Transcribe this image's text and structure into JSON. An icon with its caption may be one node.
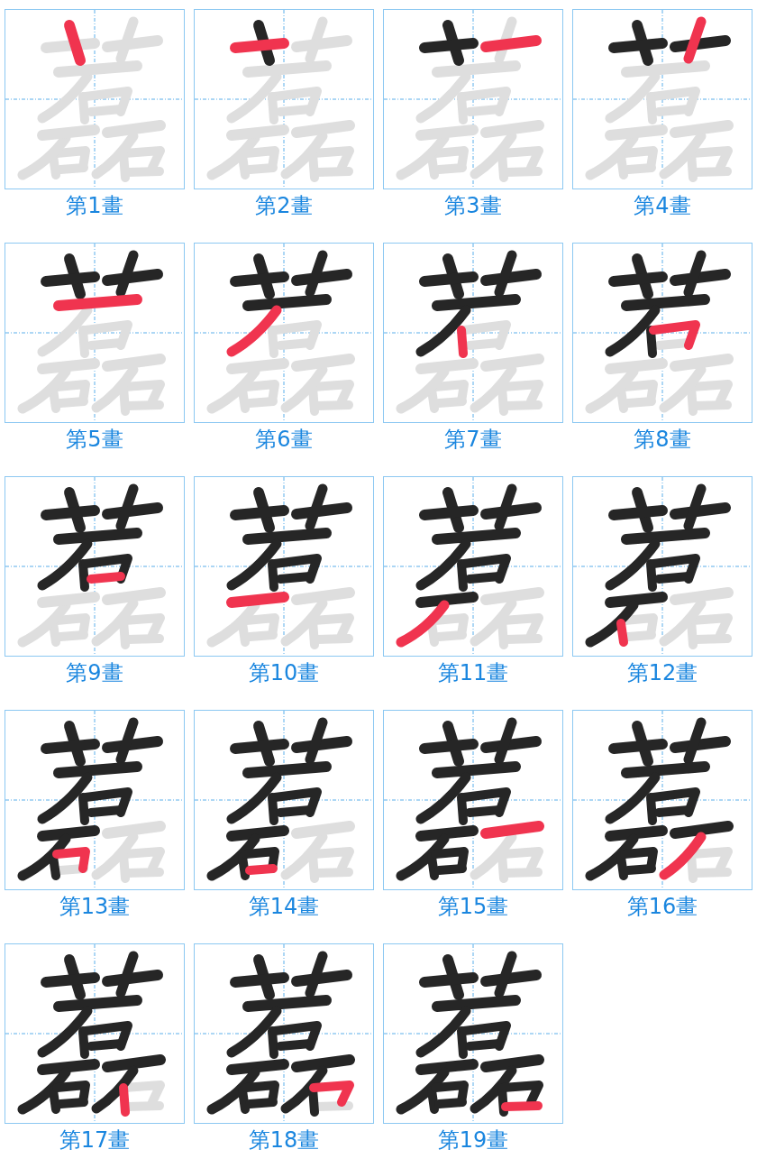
{
  "diagram": {
    "nodes": [
      {
        "text": [
          "第1畫"
        ]
      },
      {
        "text": [
          "第2畫"
        ]
      },
      {
        "text": [
          "第3畫"
        ]
      },
      {
        "text": [
          "第4畫"
        ]
      },
      {
        "text": [
          "第5畫"
        ]
      },
      {
        "text": [
          "第6畫"
        ]
      },
      {
        "text": [
          "第7畫"
        ]
      },
      {
        "text": [
          "第8畫"
        ]
      },
      {
        "text": [
          "第9畫"
        ]
      },
      {
        "text": [
          "第10畫"
        ]
      },
      {
        "text": [
          "第11畫"
        ]
      },
      {
        "text": [
          "第12畫"
        ]
      },
      {
        "text": [
          "第13畫"
        ]
      },
      {
        "text": [
          "第14畫"
        ]
      },
      {
        "text": [
          "第15畫"
        ]
      },
      {
        "text": [
          "第16畫"
        ]
      },
      {
        "text": [
          "第17畫"
        ]
      },
      {
        "text": [
          "第18畫"
        ]
      },
      {
        "text": [
          "第19畫"
        ]
      }
    ]
  }
}
